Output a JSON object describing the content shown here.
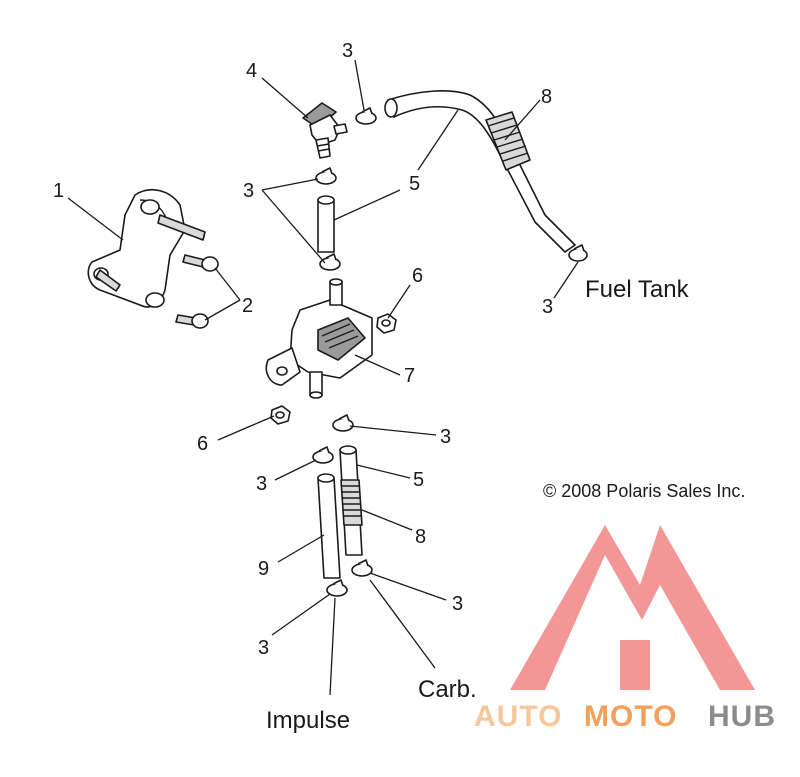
{
  "callouts": {
    "c1": "1",
    "c2": "2",
    "c3_top": "3",
    "c3_left": "3",
    "c3_tank": "3",
    "c3_mid_right": "3",
    "c3_mid_left": "3",
    "c3_low_right": "3",
    "c3_low_left": "3",
    "c4": "4",
    "c5_top": "5",
    "c5_low": "5",
    "c6_right": "6",
    "c6_left": "6",
    "c7": "7",
    "c8_top": "8",
    "c8_low": "8",
    "c9": "9"
  },
  "labels": {
    "fuel_tank": "Fuel Tank",
    "carb": "Carb.",
    "impulse": "Impulse"
  },
  "copyright": "© 2008 Polaris Sales Inc.",
  "watermark": {
    "part1": "AUTO",
    "part2": "MOTO",
    "part3": "HUB",
    "color_light": "#f6c79a",
    "color_mid": "#f3a05a",
    "color_dark": "#8c8c8c",
    "logo_color": "#f28b8b"
  }
}
